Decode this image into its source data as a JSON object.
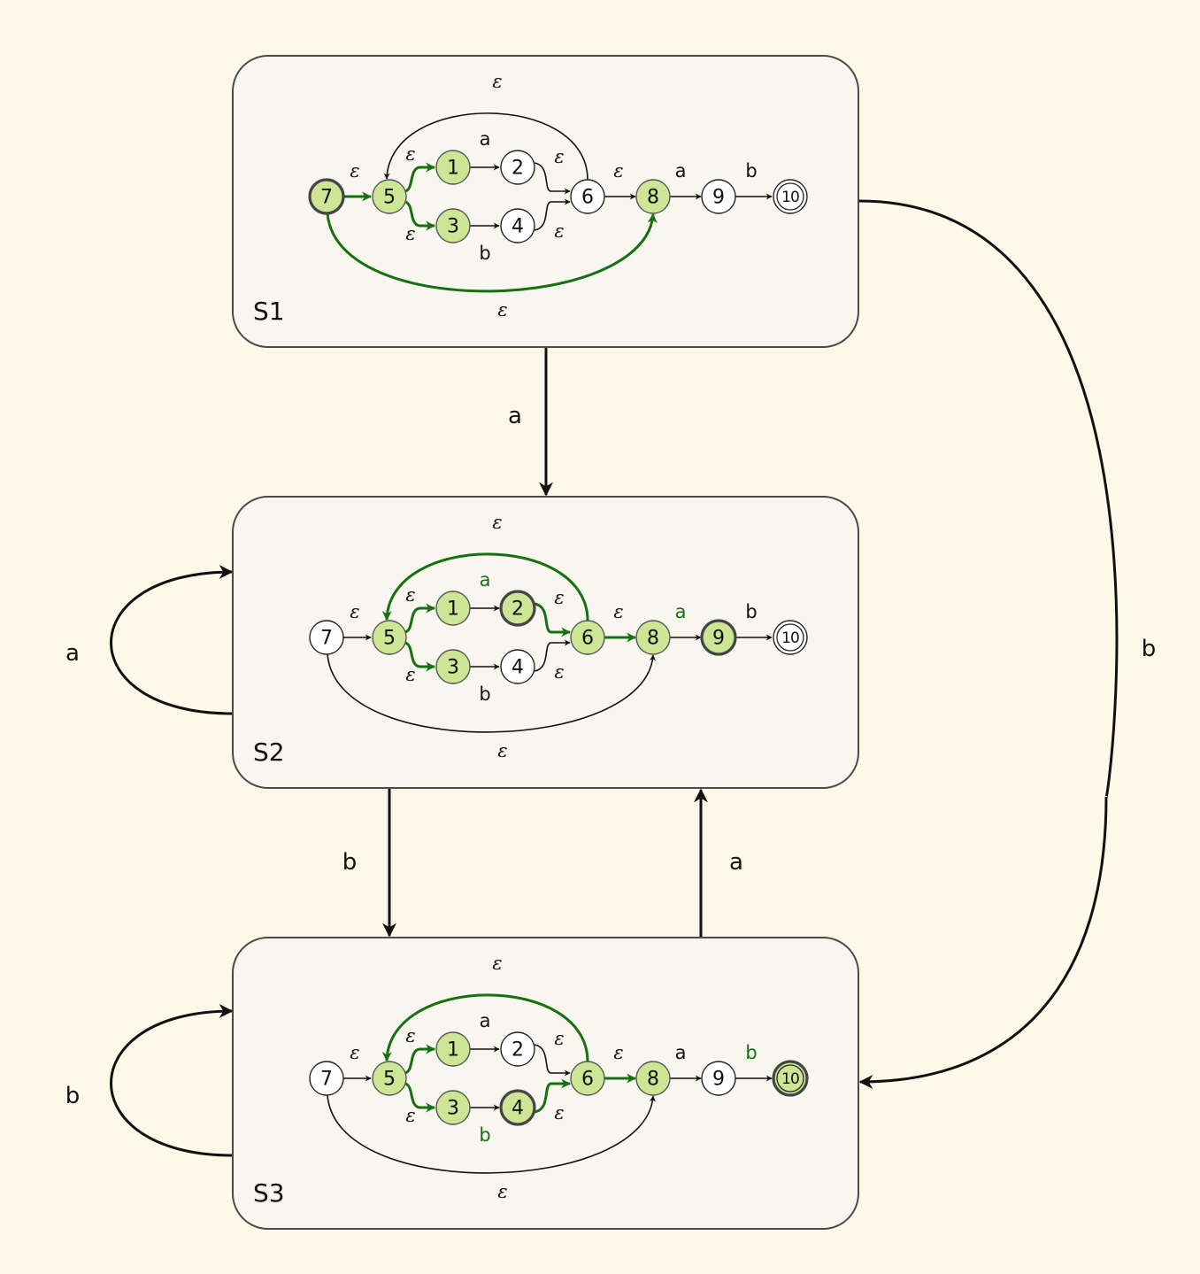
{
  "diagram": {
    "title": "NFA to DFA subset construction for (a|b)*ab",
    "colors": {
      "background": "#fdf8e7",
      "box_fill": "#f8f6ee",
      "active_node_fill": "#cce695",
      "inactive_node_fill": "#ffffff",
      "active_edge": "#157010",
      "edge": "#111111"
    },
    "nfa": {
      "states": [
        "1",
        "2",
        "3",
        "4",
        "5",
        "6",
        "7",
        "8",
        "9",
        "10"
      ],
      "start": "7",
      "accept": [
        "10"
      ],
      "transitions": [
        {
          "id": "7-5",
          "from": "7",
          "to": "5",
          "label": "ε"
        },
        {
          "id": "5-1",
          "from": "5",
          "to": "1",
          "label": "ε"
        },
        {
          "id": "5-3",
          "from": "5",
          "to": "3",
          "label": "ε"
        },
        {
          "id": "1-2",
          "from": "1",
          "to": "2",
          "label": "a"
        },
        {
          "id": "3-4",
          "from": "3",
          "to": "4",
          "label": "b"
        },
        {
          "id": "2-6",
          "from": "2",
          "to": "6",
          "label": "ε"
        },
        {
          "id": "4-6",
          "from": "4",
          "to": "6",
          "label": "ε"
        },
        {
          "id": "6-5",
          "from": "6",
          "to": "5",
          "label": "ε"
        },
        {
          "id": "6-8",
          "from": "6",
          "to": "8",
          "label": "ε"
        },
        {
          "id": "7-8",
          "from": "7",
          "to": "8",
          "label": "ε"
        },
        {
          "id": "8-9",
          "from": "8",
          "to": "9",
          "label": "a"
        },
        {
          "id": "9-10",
          "from": "9",
          "to": "10",
          "label": "b"
        }
      ]
    },
    "dfa_states": [
      {
        "name": "S1",
        "label": "S1",
        "current_nfa_states": [
          "7"
        ],
        "active_states": [
          "7",
          "5",
          "1",
          "3",
          "8"
        ],
        "active_edges": [
          "7-5",
          "5-1",
          "5-3",
          "7-8"
        ],
        "highlighted_labels": []
      },
      {
        "name": "S2",
        "label": "S2",
        "current_nfa_states": [
          "2",
          "9"
        ],
        "active_states": [
          "2",
          "6",
          "5",
          "1",
          "3",
          "8",
          "9"
        ],
        "active_edges": [
          "2-6",
          "6-5",
          "5-1",
          "5-3",
          "6-8"
        ],
        "highlighted_labels": [
          "1-2",
          "8-9"
        ]
      },
      {
        "name": "S3",
        "label": "S3",
        "current_nfa_states": [
          "4",
          "10"
        ],
        "active_states": [
          "4",
          "6",
          "5",
          "1",
          "3",
          "8",
          "10"
        ],
        "active_edges": [
          "4-6",
          "6-5",
          "5-1",
          "5-3",
          "6-8"
        ],
        "highlighted_labels": [
          "3-4",
          "9-10"
        ]
      }
    ],
    "dfa_transitions": [
      {
        "id": "S1-S2",
        "from": "S1",
        "to": "S2",
        "label": "a"
      },
      {
        "id": "S1-S3",
        "from": "S1",
        "to": "S3",
        "label": "b"
      },
      {
        "id": "S2-S2",
        "from": "S2",
        "to": "S2",
        "label": "a"
      },
      {
        "id": "S2-S3",
        "from": "S2",
        "to": "S3",
        "label": "b"
      },
      {
        "id": "S3-S2",
        "from": "S3",
        "to": "S2",
        "label": "a"
      },
      {
        "id": "S3-S3",
        "from": "S3",
        "to": "S3",
        "label": "b"
      }
    ]
  }
}
